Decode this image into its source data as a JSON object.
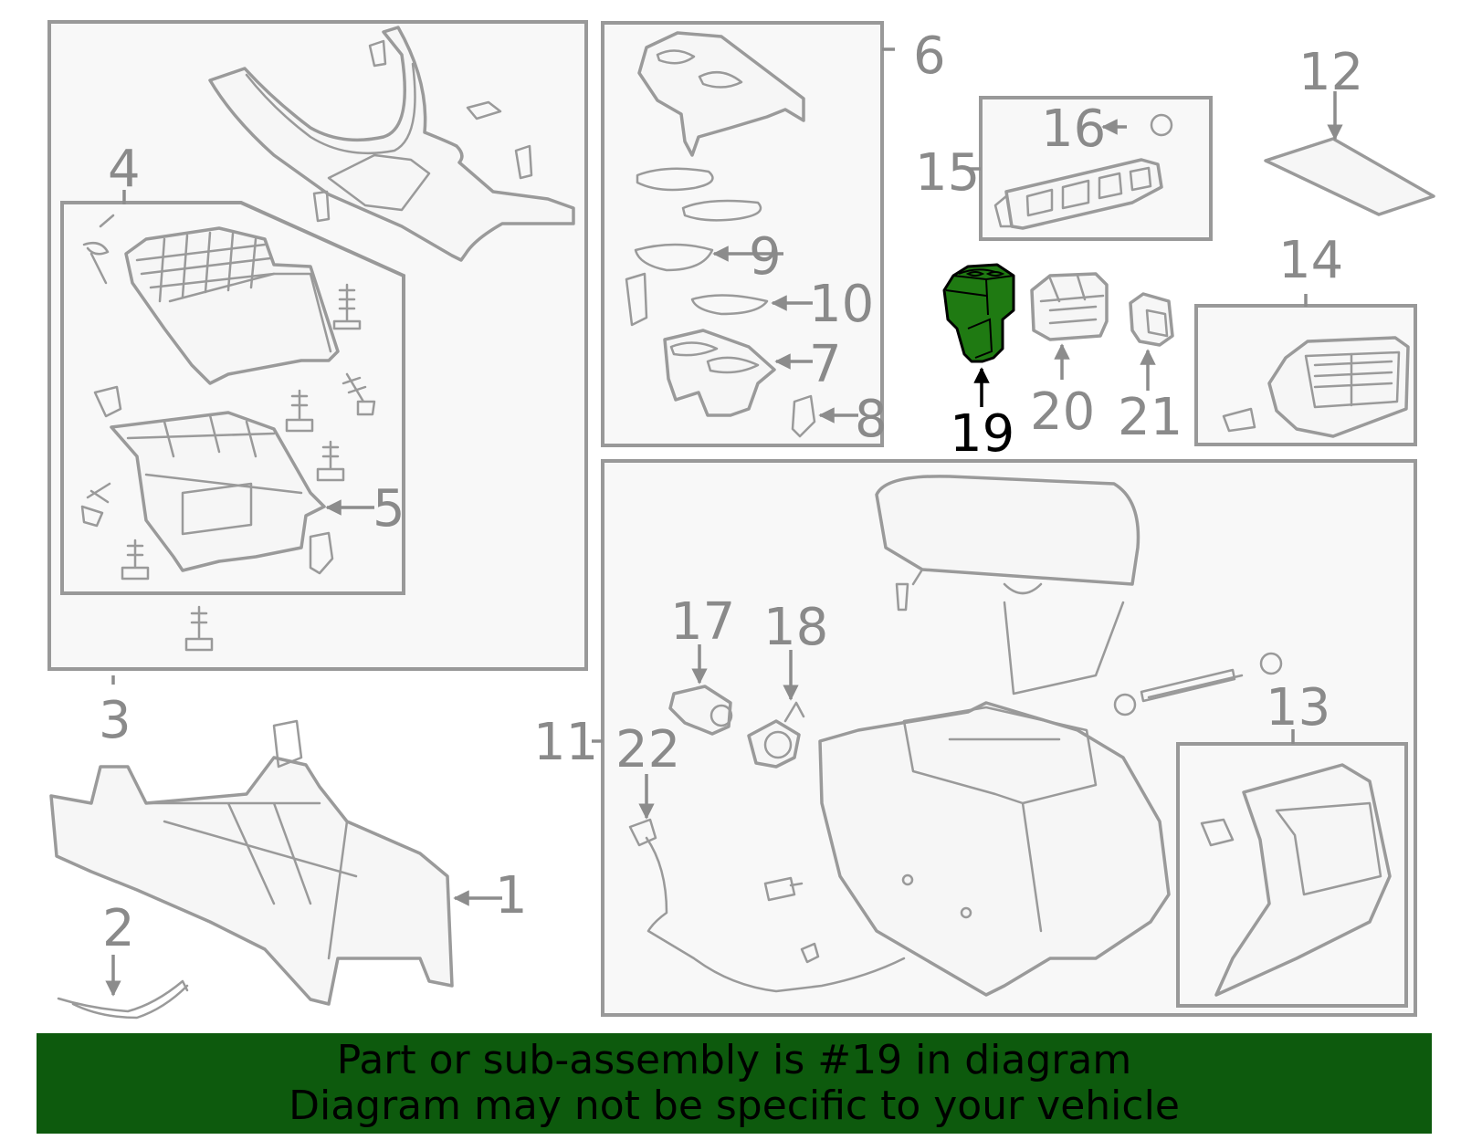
{
  "diagram": {
    "highlighted_part": "19",
    "highlight_color": "#1f7a12",
    "banner_color": "#0d5a0d",
    "callouts": [
      "1",
      "2",
      "3",
      "4",
      "5",
      "6",
      "7",
      "8",
      "9",
      "10",
      "11",
      "12",
      "13",
      "14",
      "15",
      "16",
      "17",
      "18",
      "19",
      "20",
      "21",
      "22"
    ]
  },
  "banner": {
    "line1": "Part or sub-assembly is #19 in diagram",
    "line2": "Diagram may not be specific to your vehicle"
  }
}
